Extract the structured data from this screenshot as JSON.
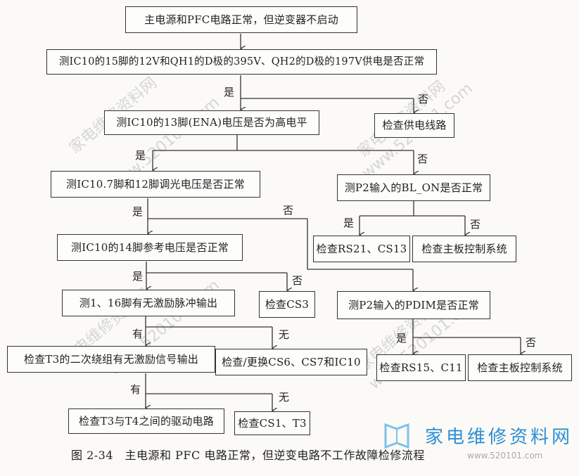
{
  "nodes": {
    "n1": "主电源和PFC电路正常，但逆变器不启动",
    "n2": "测IC10的15脚的12V和QH1的D极的395V、QH2的D极的197V供电是否正常",
    "n3": "测IC10的13脚(ENA)电压是否为高电平",
    "n4": "检查供电线路",
    "n5": "测IC10.7脚和12脚调光电压是否正常",
    "n6": "测P2输入的BL_ON是否正常",
    "n7": "测IC10的14脚参考电压是否正常",
    "n8": "检查RS21、CS13",
    "n9": "检查主板控制系统",
    "n10": "测1、16脚有无激励脉冲输出",
    "n11": "检查CS3",
    "n12": "测P2输入的PDIM是否正常",
    "n13": "检查T3的二次绕组有无激励信号输出",
    "n14": "检查/更换CS6、CS7和IC10",
    "n15": "检查RS15、C11",
    "n16": "检查主板控制系统",
    "n17": "检查T3与T4之间的驱动电路",
    "n18": "检查CS1、T3"
  },
  "labels": {
    "yes": "是",
    "no": "否",
    "have": "有",
    "none": "无"
  },
  "caption": "图 2-34　主电源和 PFC 电路正常，但逆变电路不工作故障检修流程",
  "watermark": {
    "logo_text": "家电维修资料网",
    "url": "www.520101.com",
    "site": "家电维修资料网"
  }
}
